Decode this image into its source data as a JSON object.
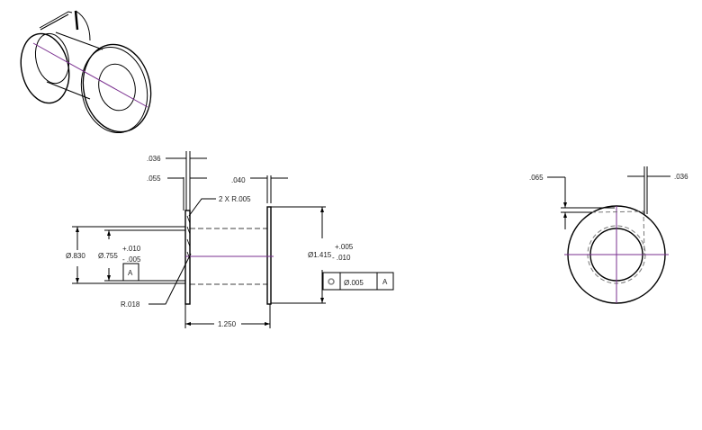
{
  "drawing": {
    "type": "engineering-drawing",
    "subject": "flanged bobbin / spool",
    "colors": {
      "line": "#000000",
      "centerline": "#7a2f8f",
      "background": "#ffffff"
    },
    "views": [
      {
        "name": "isometric-view"
      },
      {
        "name": "side-view"
      },
      {
        "name": "end-view"
      }
    ],
    "side_view": {
      "dims": {
        "flange_thickness_left": ".036",
        "flange_gap": ".055",
        "flange_thickness_right": ".040",
        "edge_radius": "2 X R.005",
        "inner_diameter": "Ø.830",
        "bore_diameter": "Ø.755",
        "bore_tol_plus": "+.010",
        "bore_tol_minus": "- .005",
        "datum": "A",
        "fillet_radius": "R.018",
        "flange_diameter": "Ø1.415",
        "flange_tol_plus": "+.005",
        "flange_tol_minus": "- .010",
        "length": "1.250"
      },
      "fcf": {
        "symbol": "concentricity",
        "symbol_glyph": "◎",
        "tolerance": "Ø.005",
        "datum": "A"
      }
    },
    "end_view": {
      "dims": {
        "slot_depth": ".065",
        "slot_width": ".036"
      }
    }
  }
}
